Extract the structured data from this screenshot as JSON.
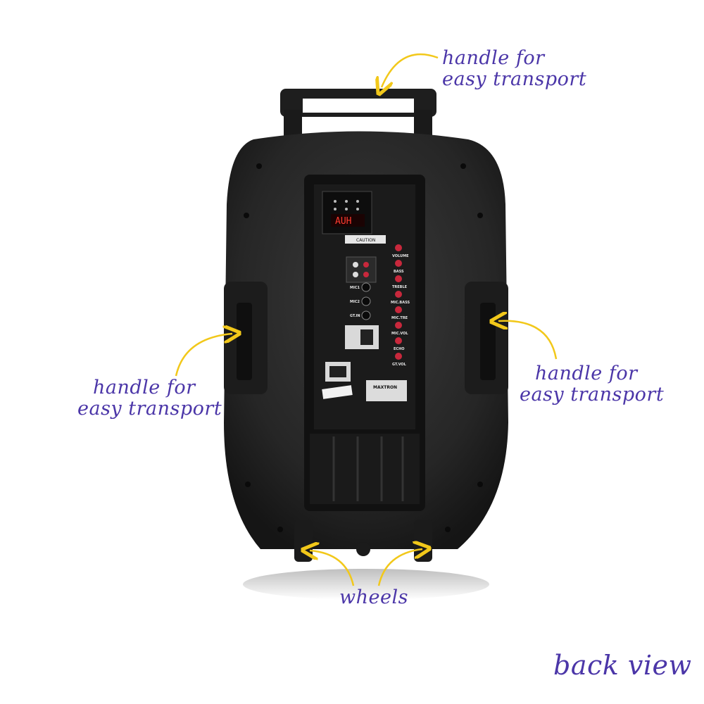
{
  "annotations": {
    "top_handle": [
      "handle for",
      "easy transport"
    ],
    "left_handle": [
      "handle for",
      "easy transport"
    ],
    "right_handle": [
      "handle for",
      "easy transport"
    ],
    "wheels": "wheels",
    "view": "back view"
  },
  "panel": {
    "display": "AUH",
    "knobs": [
      "VOLUME",
      "BASS",
      "TREBLE",
      "MIC.BASS",
      "MIC.TRE",
      "MIC.VOL",
      "ECHO",
      "GT.VOL"
    ],
    "jacks": [
      "MIC1",
      "MIC2",
      "GT.IN"
    ],
    "caution": "CAUTION",
    "brand": "MAXTRON"
  },
  "colors": {
    "annotation_ink": "#4b36a8",
    "arrow": "#f2c81a",
    "body": "#2a2a2a",
    "knob": "#c8283c"
  }
}
